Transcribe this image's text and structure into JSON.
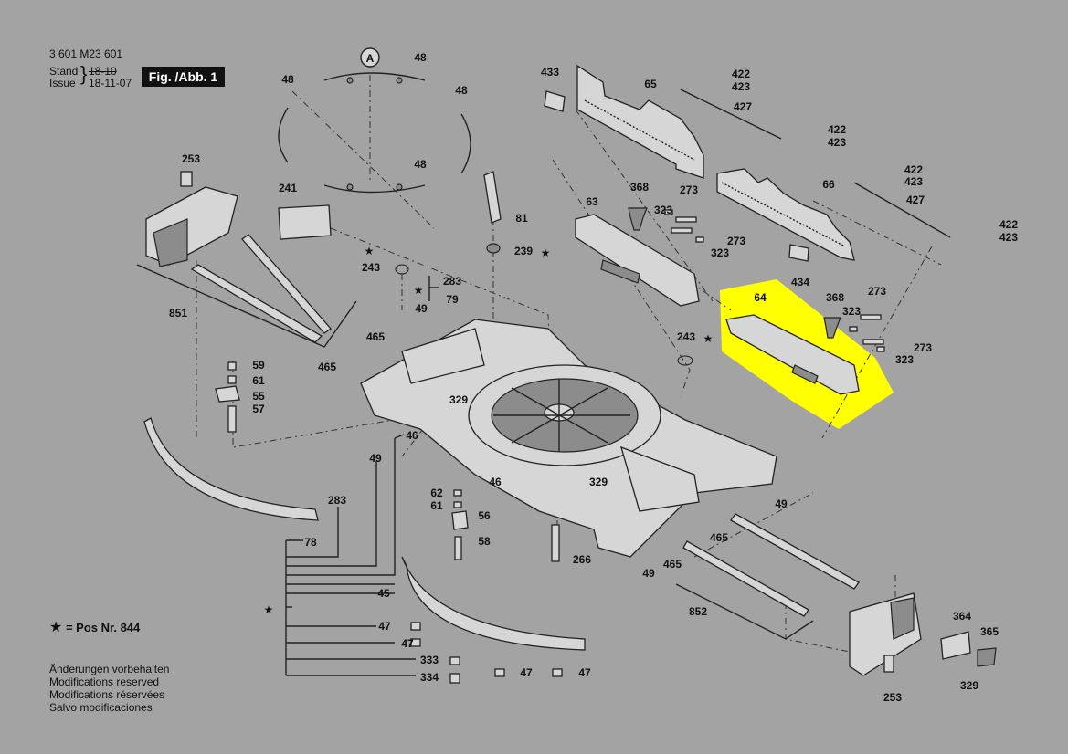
{
  "header": {
    "doc_number": "3 601 M23 601",
    "stand_label": "Stand",
    "stand_value": "18-10",
    "issue_label": "Issue",
    "issue_value": "18-11-07",
    "figure_label": "Fig. /Abb. 1"
  },
  "callout_letter": "A",
  "star_note": "= Pos Nr. 844",
  "star_glyph": "★",
  "notes": [
    "Änderungen vorbehalten",
    "Modifications reserved",
    "Modifications réservées",
    "Salvo modificaciones"
  ],
  "highlight_color": "#ffff00",
  "labels": {
    "p48a": "48",
    "p48b": "48",
    "p48c": "48",
    "p48d": "48",
    "p253a": "253",
    "p241": "241",
    "p81": "81",
    "p239": "239",
    "p243a": "243",
    "p283a": "283",
    "p79": "79",
    "p49a": "49",
    "p851": "851",
    "p465a": "465",
    "p465b": "465",
    "p59": "59",
    "p61a": "61",
    "p55": "55",
    "p57": "57",
    "p329a": "329",
    "p49b": "49",
    "p46a": "46",
    "p46b": "46",
    "p329b": "329",
    "p283b": "283",
    "p78": "78",
    "p62": "62",
    "p61b": "61",
    "p56": "56",
    "p58": "58",
    "p266": "266",
    "p45": "45",
    "p47a": "47",
    "p47b": "47",
    "p333": "333",
    "p334": "334",
    "p47c": "47",
    "p47d": "47",
    "p433": "433",
    "p65": "65",
    "p422a": "422",
    "p423a": "423",
    "p427a": "427",
    "p422b": "422",
    "p423b": "423",
    "p422c": "422",
    "p423c": "423",
    "p427b": "427",
    "p422d": "422",
    "p423d": "423",
    "p63": "63",
    "p368a": "368",
    "p273a": "273",
    "p323a": "323",
    "p273b": "273",
    "p323b": "323",
    "p66": "66",
    "p434": "434",
    "p64": "64",
    "p368b": "368",
    "p273c": "273",
    "p323c": "323",
    "p273d": "273",
    "p323d": "323",
    "p243b": "243",
    "p49c": "49",
    "p465c": "465",
    "p465d": "465",
    "p49d": "49",
    "p852": "852",
    "p364": "364",
    "p365": "365",
    "p329c": "329",
    "p253b": "253"
  }
}
